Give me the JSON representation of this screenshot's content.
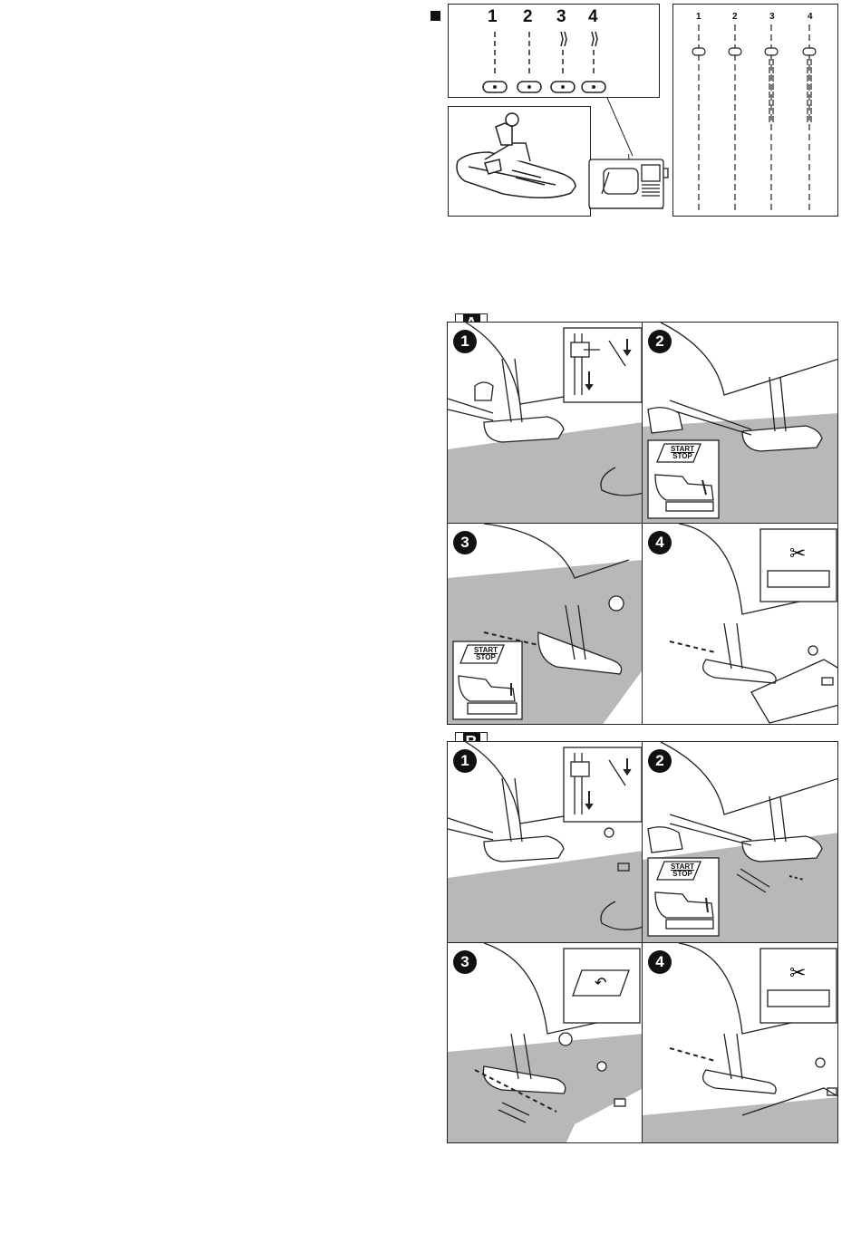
{
  "top": {
    "needle_positions": [
      "1",
      "2",
      "3",
      "4"
    ],
    "sample_positions": [
      "1",
      "2",
      "3",
      "4"
    ]
  },
  "section_a": {
    "label": "A",
    "steps": [
      "1",
      "2",
      "3",
      "4"
    ],
    "start_stop_label_1": "START",
    "start_stop_label_2": "STOP"
  },
  "section_b": {
    "label": "B",
    "steps": [
      "1",
      "2",
      "3",
      "4"
    ],
    "start_stop_label_1": "START",
    "start_stop_label_2": "STOP"
  },
  "icons": {
    "scissors": "scissors-icon",
    "reverse": "reverse-stitch-icon",
    "pedal": "foot-pedal-icon"
  },
  "colors": {
    "fabric": "#b8b8b8",
    "line": "#222222"
  }
}
